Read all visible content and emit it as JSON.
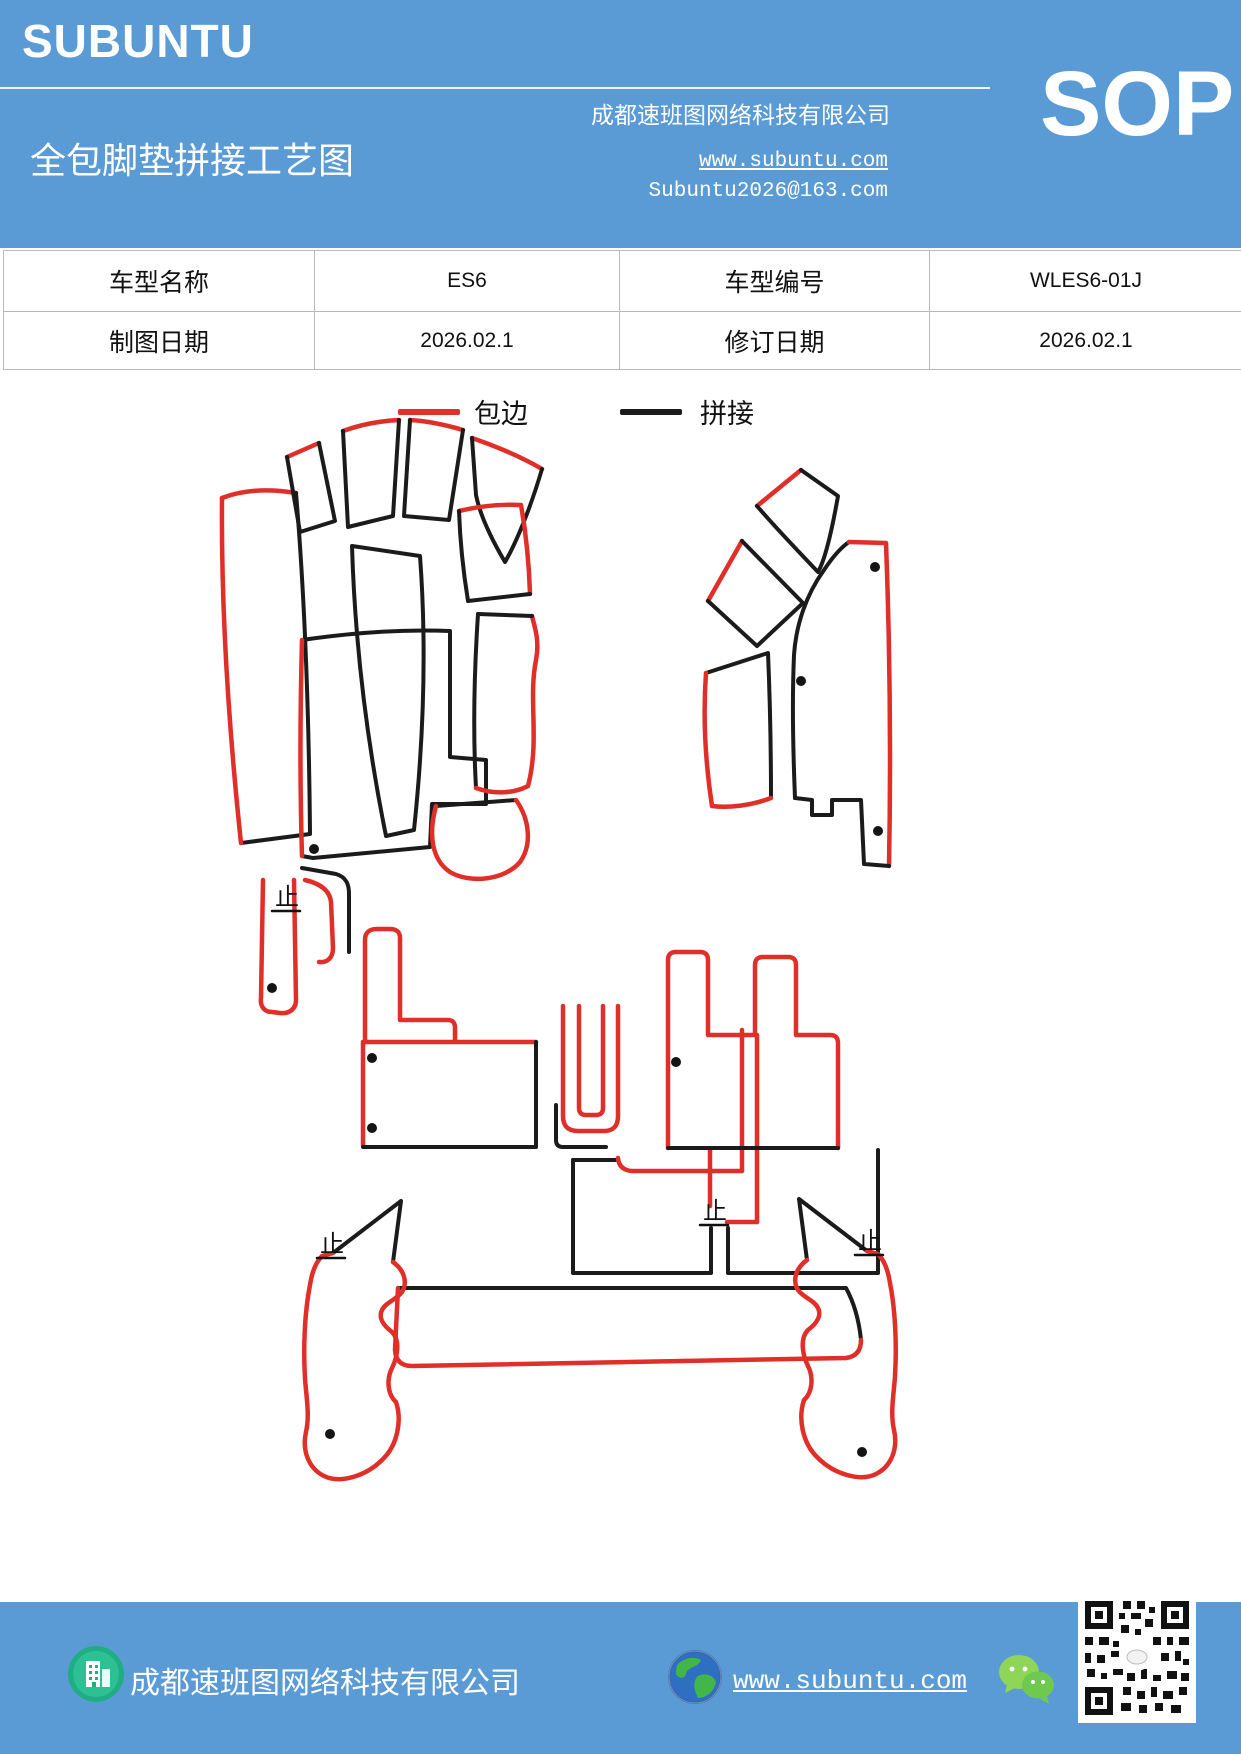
{
  "header": {
    "logo": "SUBUNTU",
    "sop_badge": "SOP",
    "company": "成都速班图网络科技有限公司",
    "title": "全包脚垫拼接工艺图",
    "website": "www.subuntu.com",
    "email": "Subuntu2026@163.com"
  },
  "info_table": {
    "rows": [
      {
        "cells": [
          "车型名称",
          "ES6",
          "车型编号",
          "WLES6-01J"
        ]
      },
      {
        "cells": [
          "制图日期",
          "2026.02.1",
          "修订日期",
          "2026.02.1"
        ]
      }
    ]
  },
  "legend": {
    "items": [
      {
        "label": "包边",
        "color": "#e2312a"
      },
      {
        "label": "拼接",
        "color": "#1b1b1b"
      }
    ]
  },
  "drawing": {
    "stop_mark": "止"
  },
  "footer": {
    "company": "成都速班图网络科技有限公司",
    "website": "www.subuntu.com",
    "icons": [
      "building-icon",
      "globe-icon",
      "wechat-icon",
      "qr-code"
    ]
  },
  "colors": {
    "banner_blue": "#5b9bd5",
    "edge_red": "#df2f28",
    "seam_black": "#1b1b1b"
  }
}
